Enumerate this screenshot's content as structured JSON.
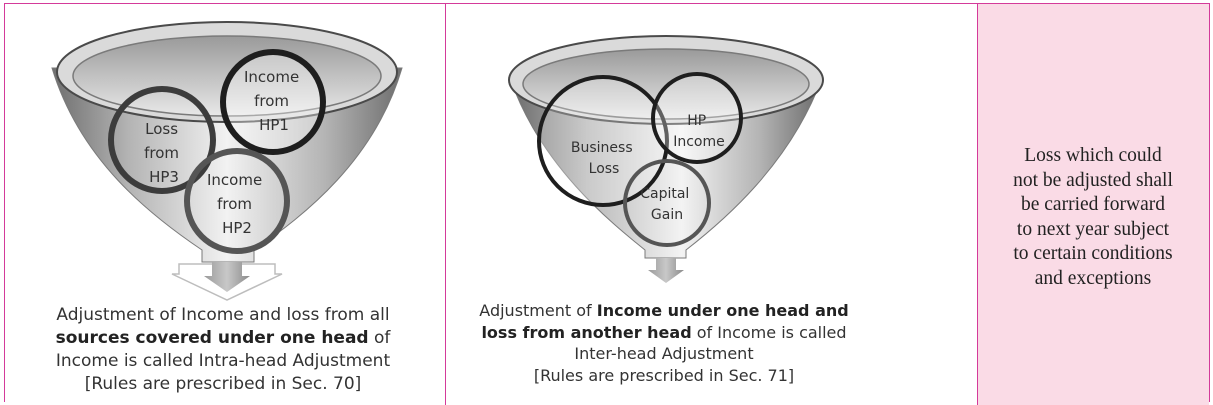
{
  "left_panel": {
    "circles": [
      {
        "label": [
          "Loss",
          "from",
          "HP3"
        ]
      },
      {
        "label": [
          "Income",
          "from",
          "HP1"
        ]
      },
      {
        "label": [
          "Income",
          "from",
          "HP2"
        ]
      }
    ],
    "caption": {
      "line1": "Adjustment of Income and loss from all",
      "line2_bold": "sources covered under one head",
      "line2_rest": " of",
      "line3": "Income is called Intra-head Adjustment",
      "line4": "[Rules are prescribed in Sec. 70]"
    }
  },
  "middle_panel": {
    "circles": [
      {
        "label": [
          "Business",
          "Loss"
        ]
      },
      {
        "label": [
          "HP",
          "Income"
        ]
      },
      {
        "label": [
          "Capital",
          "Gain"
        ]
      }
    ],
    "caption": {
      "line1_pre": "Adjustment of ",
      "line1_bold": "Income under one head and",
      "line2_bold": "loss from another head",
      "line2_rest": " of Income is called",
      "line3": "Inter-head Adjustment",
      "line4": "[Rules are prescribed in Sec. 71]"
    }
  },
  "right_panel": {
    "text_lines": [
      "Loss which could",
      "not be adjusted shall",
      "be carried forward",
      "to next year subject",
      "to certain conditions",
      "and exceptions"
    ]
  },
  "colors": {
    "border": "#d43a9a",
    "right_panel_bg": "#fadbe6",
    "funnel_dark": "#6e6e6e",
    "funnel_light": "#f0f0f0"
  }
}
